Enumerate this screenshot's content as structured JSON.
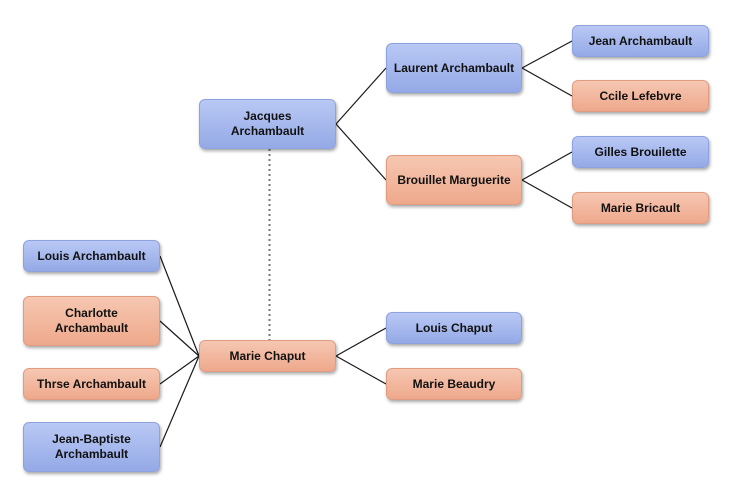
{
  "colors": {
    "male": "#9fb3ea",
    "female": "#f1b59b",
    "line": "#1a1a1a",
    "spouse_link": "#777777"
  },
  "people": [
    {
      "id": "jacques",
      "name": "Jacques Archambault",
      "sex": "male"
    },
    {
      "id": "laurent",
      "name": "Laurent Archambault",
      "sex": "male"
    },
    {
      "id": "brouillet",
      "name": "Brouillet Marguerite",
      "sex": "female"
    },
    {
      "id": "jean",
      "name": "Jean Archambault",
      "sex": "male"
    },
    {
      "id": "ccile",
      "name": "Ccile Lefebvre",
      "sex": "female"
    },
    {
      "id": "gilles",
      "name": "Gilles Brouilette",
      "sex": "male"
    },
    {
      "id": "mbricault",
      "name": "Marie Bricault",
      "sex": "female"
    },
    {
      "id": "louisa",
      "name": "Louis Archambault",
      "sex": "male"
    },
    {
      "id": "charlotte",
      "name": "Charlotte Archambault",
      "sex": "female"
    },
    {
      "id": "thrse",
      "name": "Thrse Archambault",
      "sex": "female"
    },
    {
      "id": "jeanbaptiste",
      "name": "Jean-Baptiste Archambault",
      "sex": "male"
    },
    {
      "id": "marie",
      "name": "Marie Chaput",
      "sex": "female"
    },
    {
      "id": "louisc",
      "name": "Louis Chaput",
      "sex": "male"
    },
    {
      "id": "mbeaudry",
      "name": "Marie Beaudry",
      "sex": "female"
    }
  ],
  "relations": [
    {
      "from": "jacques",
      "to": "laurent",
      "type": "parent"
    },
    {
      "from": "jacques",
      "to": "brouillet",
      "type": "parent"
    },
    {
      "from": "laurent",
      "to": "jean",
      "type": "parent"
    },
    {
      "from": "laurent",
      "to": "ccile",
      "type": "parent"
    },
    {
      "from": "brouillet",
      "to": "gilles",
      "type": "parent"
    },
    {
      "from": "brouillet",
      "to": "mbricault",
      "type": "parent"
    },
    {
      "from": "marie",
      "to": "louisc",
      "type": "parent"
    },
    {
      "from": "marie",
      "to": "mbeaudry",
      "type": "parent"
    },
    {
      "from": "marie",
      "to": "louisa",
      "type": "child"
    },
    {
      "from": "marie",
      "to": "charlotte",
      "type": "child"
    },
    {
      "from": "marie",
      "to": "thrse",
      "type": "child"
    },
    {
      "from": "marie",
      "to": "jeanbaptiste",
      "type": "child"
    },
    {
      "from": "jacques",
      "to": "marie",
      "type": "spouse"
    }
  ]
}
